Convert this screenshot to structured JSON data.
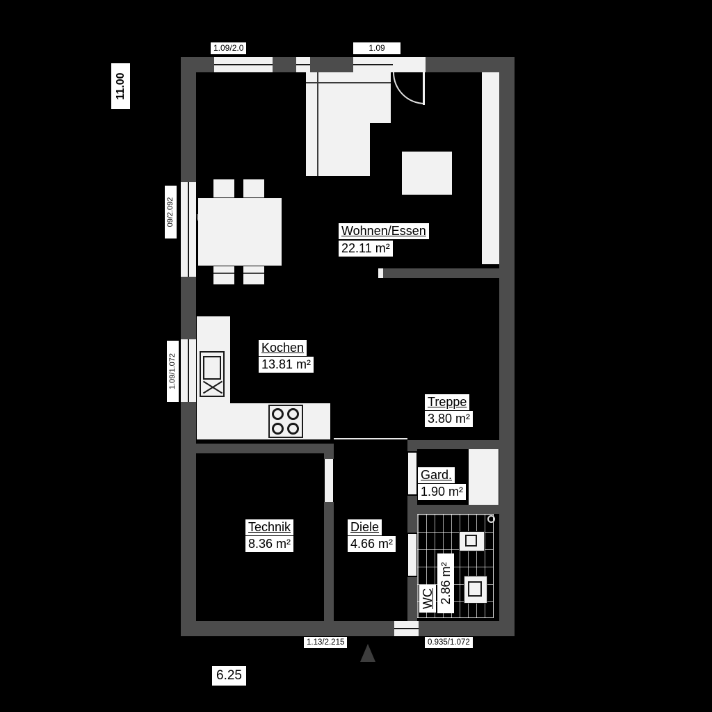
{
  "rooms": {
    "wohnen": {
      "name": "Wohnen/Essen",
      "area": "22.11 m²"
    },
    "kochen": {
      "name": "Kochen",
      "area": "13.81 m²"
    },
    "treppe": {
      "name": "Treppe",
      "area": "3.80 m²"
    },
    "gard": {
      "name": "Gard.",
      "area": "1.90 m²"
    },
    "technik": {
      "name": "Technik",
      "area": "8.36 m²"
    },
    "diele": {
      "name": "Diele",
      "area": "4.66 m²"
    },
    "wc": {
      "name": "WC",
      "area": "2.86 m²"
    }
  },
  "dimensions": {
    "top_left_window": "1.09/2.0",
    "top_right_window": "1.09",
    "left_total": "11.00",
    "left_upper_window": "09/2.092",
    "left_lower_window": "1.09/1.072",
    "bottom_door": "1.13/2.215",
    "bottom_right_window": "0.935/1.072",
    "bottom_total": "6.25"
  },
  "colors": {
    "background": "#000000",
    "wall": "#4c4c4c",
    "fixture": "#f2f2f2",
    "line": "#1a1a1a",
    "label_bg": "#ffffff",
    "label_text": "#000000",
    "arc": "#e0e0e0"
  }
}
